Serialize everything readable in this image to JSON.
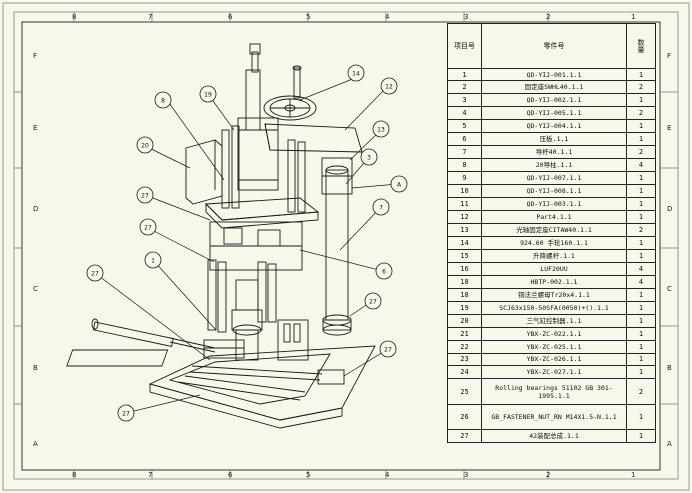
{
  "zone_columns": [
    "8",
    "7",
    "6",
    "5",
    "4",
    "3",
    "2",
    "1"
  ],
  "zone_rows": [
    "F",
    "E",
    "D",
    "C",
    "B",
    "A"
  ],
  "bom": {
    "headers": {
      "item": "项目号",
      "part": "零件号",
      "qty": "数量"
    },
    "rows": [
      {
        "item": "1",
        "part": "QD-YIJ-001.1.1",
        "qty": "1"
      },
      {
        "item": "2",
        "part": "固定座SWHL40.1.1",
        "qty": "2"
      },
      {
        "item": "3",
        "part": "QD-YIJ-002.1.1",
        "qty": "1"
      },
      {
        "item": "4",
        "part": "QD-YIJ-005.1.1",
        "qty": "2"
      },
      {
        "item": "5",
        "part": "QD-YIJ-004.1.1",
        "qty": "1"
      },
      {
        "item": "6",
        "part": "压板.1.1",
        "qty": "1"
      },
      {
        "item": "7",
        "part": "导杆40.1.1",
        "qty": "2"
      },
      {
        "item": "8",
        "part": "20导柱.1.1",
        "qty": "4"
      },
      {
        "item": "9",
        "part": "QD-YIJ-007.1.1",
        "qty": "1"
      },
      {
        "item": "10",
        "part": "QD-YIJ-008.1.1",
        "qty": "1"
      },
      {
        "item": "11",
        "part": "QD-YIJ-003.1.1",
        "qty": "1"
      },
      {
        "item": "12",
        "part": "Part4.1.1",
        "qty": "1"
      },
      {
        "item": "13",
        "part": "光轴固定座CITAW40.1.1",
        "qty": "2"
      },
      {
        "item": "14",
        "part": "924.60 手轮160.1.1",
        "qty": "1"
      },
      {
        "item": "15",
        "part": "升降螺杆.1.1",
        "qty": "1"
      },
      {
        "item": "16",
        "part": "LUF20UU",
        "qty": "4"
      },
      {
        "item": "18",
        "part": "HBTP-002.1.1",
        "qty": "4"
      },
      {
        "item": "18",
        "part": "铜法兰螺母Tr20x4.1.1",
        "qty": "1"
      },
      {
        "item": "19",
        "part": "SCJ63x150-50SFA(0050)+().1.1",
        "qty": "1"
      },
      {
        "item": "20",
        "part": "三气缸控制器.1.1",
        "qty": "1"
      },
      {
        "item": "21",
        "part": "YBX-ZC-022.1.1",
        "qty": "1"
      },
      {
        "item": "22",
        "part": "YBX-ZC-025.1.1",
        "qty": "1"
      },
      {
        "item": "23",
        "part": "YBX-ZC-026.1.1",
        "qty": "1"
      },
      {
        "item": "24",
        "part": "YBX-ZC-027.1.1",
        "qty": "1"
      },
      {
        "item": "25",
        "part": "Rolling bearings 51102 GB 301-1995.1.1",
        "qty": "2"
      },
      {
        "item": "26",
        "part": "GB_FASTENER_NUT_RN M14X1.5-N.1.1",
        "qty": "1"
      },
      {
        "item": "27",
        "part": "42装配总成.1.1",
        "qty": "1"
      }
    ]
  },
  "callouts": [
    "14",
    "12",
    "19",
    "8",
    "20",
    "13",
    "3",
    "A",
    "27",
    "7",
    "27",
    "6",
    "1",
    "27",
    "27",
    "27",
    "27"
  ],
  "colors": {
    "line": "#1a1a1a",
    "paper": "#f7f7ea",
    "frame": "#9a9a9a"
  }
}
